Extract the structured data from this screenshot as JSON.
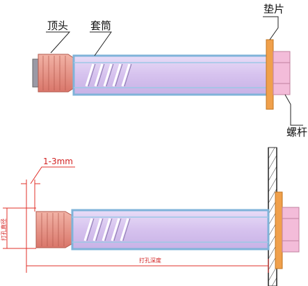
{
  "labels": {
    "top_cap": "顶头",
    "sleeve": "套筒",
    "washer": "垫片",
    "bolt": "螺杆",
    "gap": "1-3mm",
    "hole_diameter": "打孔直径",
    "drill_depth": "打孔深度"
  },
  "colors": {
    "sleeve_fill": "#dccbf0",
    "sleeve_edge": "#7fb3d9",
    "cap_fill": "#e59486",
    "washer_fill": "#f0a04b",
    "bolt_head_fill": "#f3bcd9",
    "dimension_red": "#e0302a"
  }
}
